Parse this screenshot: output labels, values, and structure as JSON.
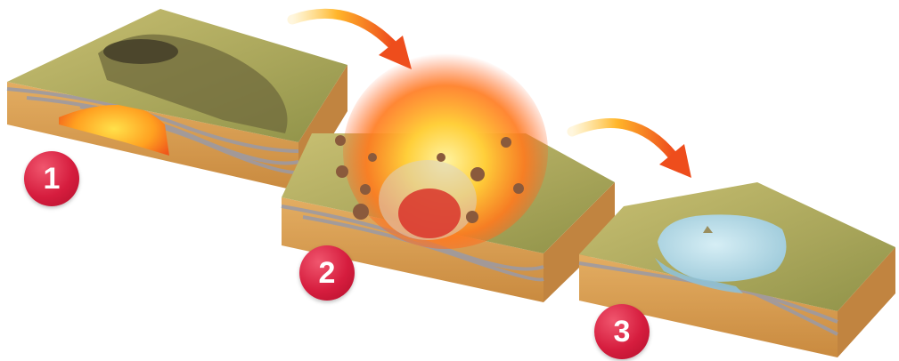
{
  "steps": [
    {
      "label": "1"
    },
    {
      "label": "2"
    },
    {
      "label": "3"
    }
  ],
  "colors": {
    "badge": "#d61d3e",
    "arrow": "#ef5a1e",
    "terrain": "#b9b064",
    "soil": "#d9a056",
    "magma": "#f2501d",
    "lake": "#b9dbe6"
  },
  "icons": [
    "curved-arrow-icon",
    "curved-arrow-icon"
  ]
}
